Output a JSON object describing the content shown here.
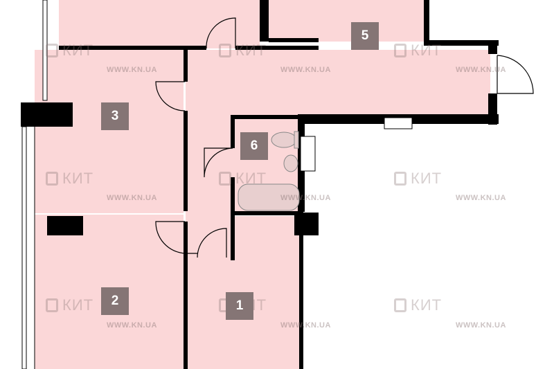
{
  "title": "Apartment floor plan",
  "rooms": [
    {
      "number": "5"
    },
    {
      "number": "3"
    },
    {
      "number": "6"
    },
    {
      "number": "2"
    },
    {
      "number": "1"
    }
  ],
  "watermark": {
    "logo_text": "КИТ",
    "url": "WWW.KN.UA"
  },
  "colors": {
    "room_fill": "#fbd7d8",
    "wall": "#000000",
    "label_bg": "#857575",
    "fixture": "#d9c2c2"
  }
}
